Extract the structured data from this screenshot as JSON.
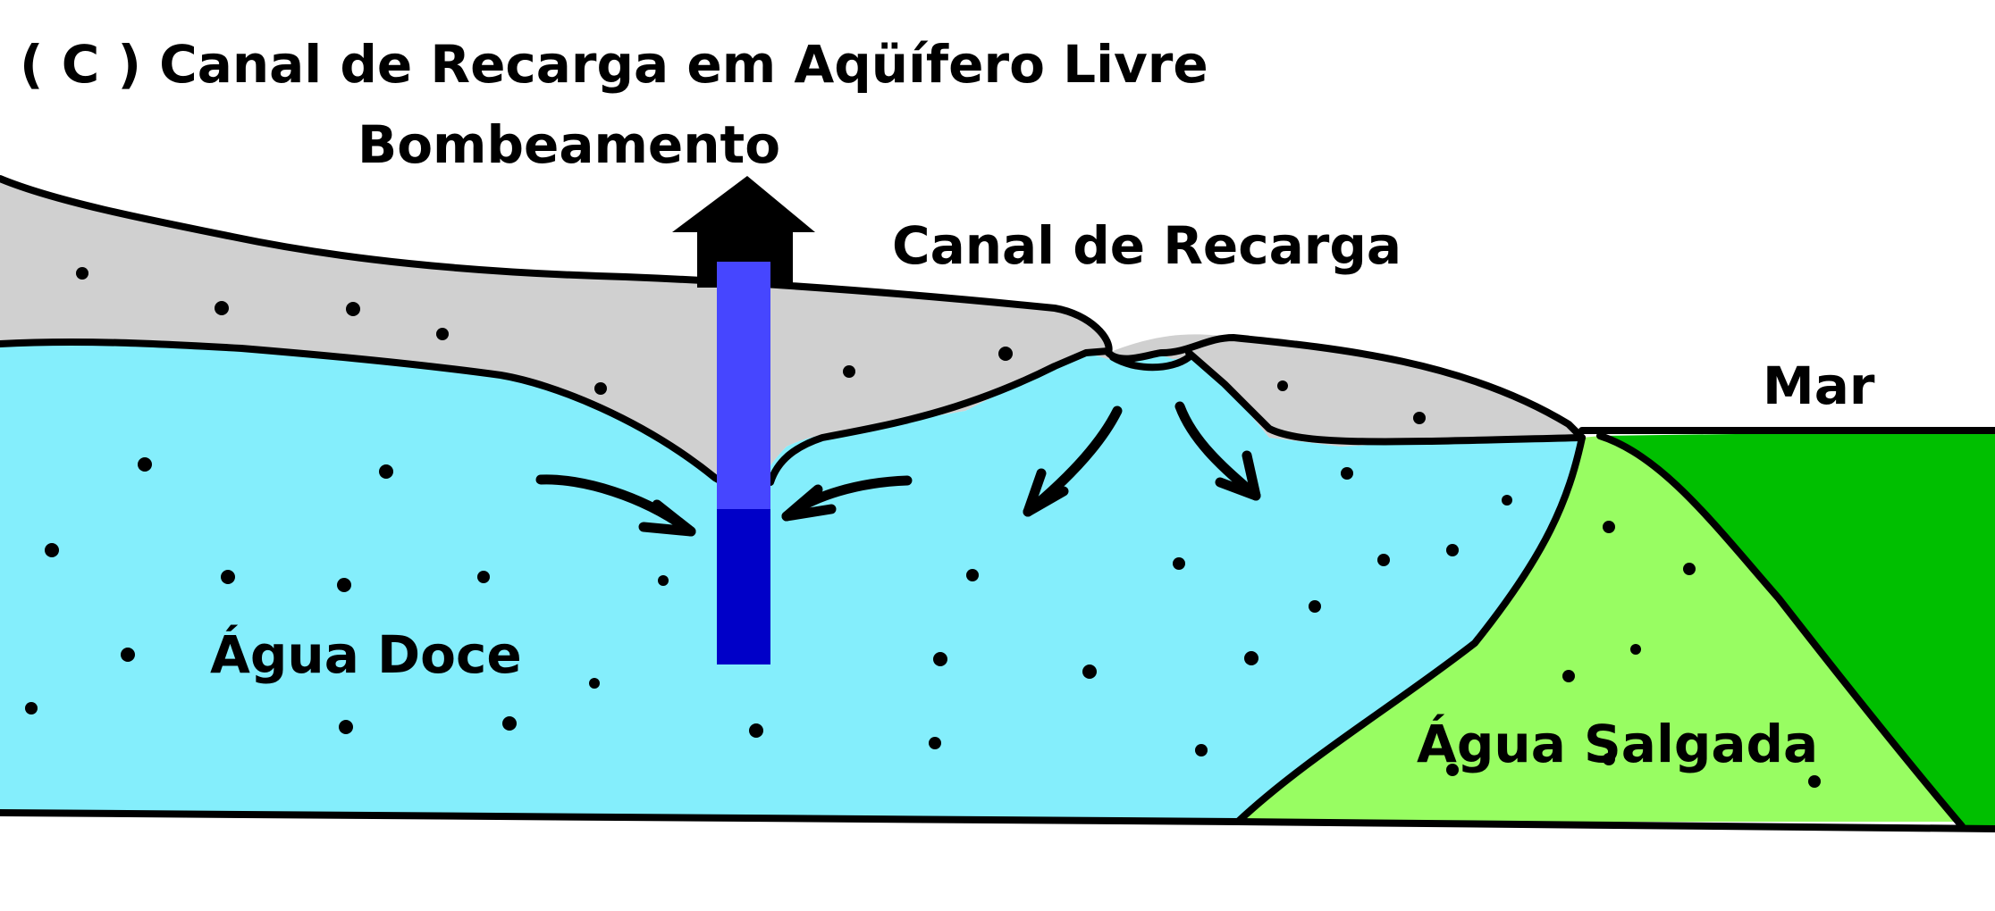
{
  "title": "( C ) Canal de Recarga em Aqüífero Livre",
  "labels": {
    "pumping": "Bombeamento",
    "recharge_canal": "Canal de Recarga",
    "sea": "Mar",
    "fresh_water": "Água Doce",
    "salt_water": "Água Salgada"
  },
  "colors": {
    "soil": "#d0d0d0",
    "fresh_water": "#84eefc",
    "salt_water": "#98fd62",
    "sea": "#00bf00",
    "well_upper": "#4646ff",
    "well_lower": "#0000c8",
    "outline": "#000000"
  },
  "icons": {
    "well_house": "house-icon",
    "flow_arrows": "arrow-icon"
  }
}
